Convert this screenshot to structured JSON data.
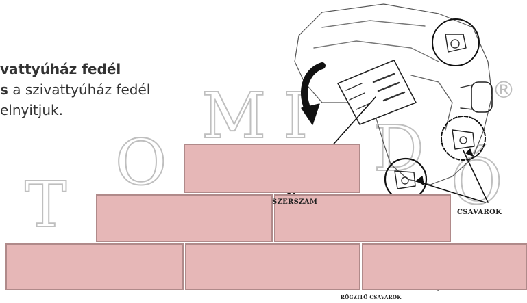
{
  "text": {
    "line1": "vattyúház fedél",
    "line2_bold": "s",
    "line2_rest": " a szivattyúház fedél",
    "line3": "elnyitjuk."
  },
  "watermark": {
    "m": "M",
    "i": "I",
    "d": "D",
    "o": "O",
    "t": "T",
    "o_acute": "Ó",
    "registered": "®"
  },
  "labels": {
    "szerszam": "SZERSZAM",
    "csavarok": "CSAVAROK",
    "rogzito_csavarok": "RÖGZITŐ CSAVAROK"
  },
  "colors": {
    "brick_fill": "#e6b7b7",
    "brick_border": "#b08a8a",
    "watermark_stroke": "#bfbfbf",
    "text": "#333333"
  }
}
